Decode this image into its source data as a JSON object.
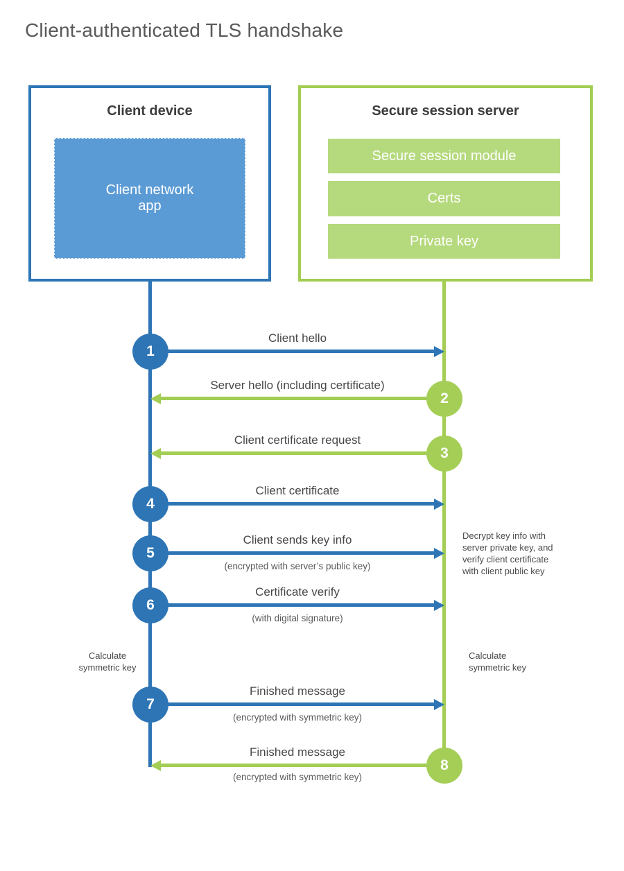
{
  "title": "Client-authenticated TLS handshake",
  "colors": {
    "blue_line": "#2e75b6",
    "blue_fill": "#5b9bd5",
    "green_line": "#a3cd53",
    "green_fill": "#b5d97d",
    "green_circle": "#a5ce57",
    "text_dark": "#3d3d3d",
    "text_gray": "#595959"
  },
  "client": {
    "title": "Client device",
    "app_label": "Client network\napp"
  },
  "server": {
    "title": "Secure session server",
    "modules": [
      "Secure session module",
      "Certs",
      "Private key"
    ]
  },
  "steps": [
    {
      "num": "1",
      "direction": "right",
      "label": "Client hello",
      "sub": ""
    },
    {
      "num": "2",
      "direction": "left",
      "label": "Server hello (including certificate)",
      "sub": ""
    },
    {
      "num": "3",
      "direction": "left",
      "label": "Client certificate request",
      "sub": ""
    },
    {
      "num": "4",
      "direction": "right",
      "label": "Client certificate",
      "sub": ""
    },
    {
      "num": "5",
      "direction": "right",
      "label": "Client sends key info",
      "sub": "(encrypted with server’s public key)"
    },
    {
      "num": "6",
      "direction": "right",
      "label": "Certificate verify",
      "sub": "(with digital signature)"
    },
    {
      "num": "7",
      "direction": "right",
      "label": "Finished message",
      "sub": "(encrypted with symmetric key)"
    },
    {
      "num": "8",
      "direction": "left",
      "label": "Finished message",
      "sub": "(encrypted with symmetric key)"
    }
  ],
  "notes": {
    "decrypt": "Decrypt key info with\nserver private key, and\nverify client certificate\nwith client public key",
    "calc_left": "Calculate\nsymmetric key",
    "calc_right": "Calculate\nsymmetric key"
  }
}
